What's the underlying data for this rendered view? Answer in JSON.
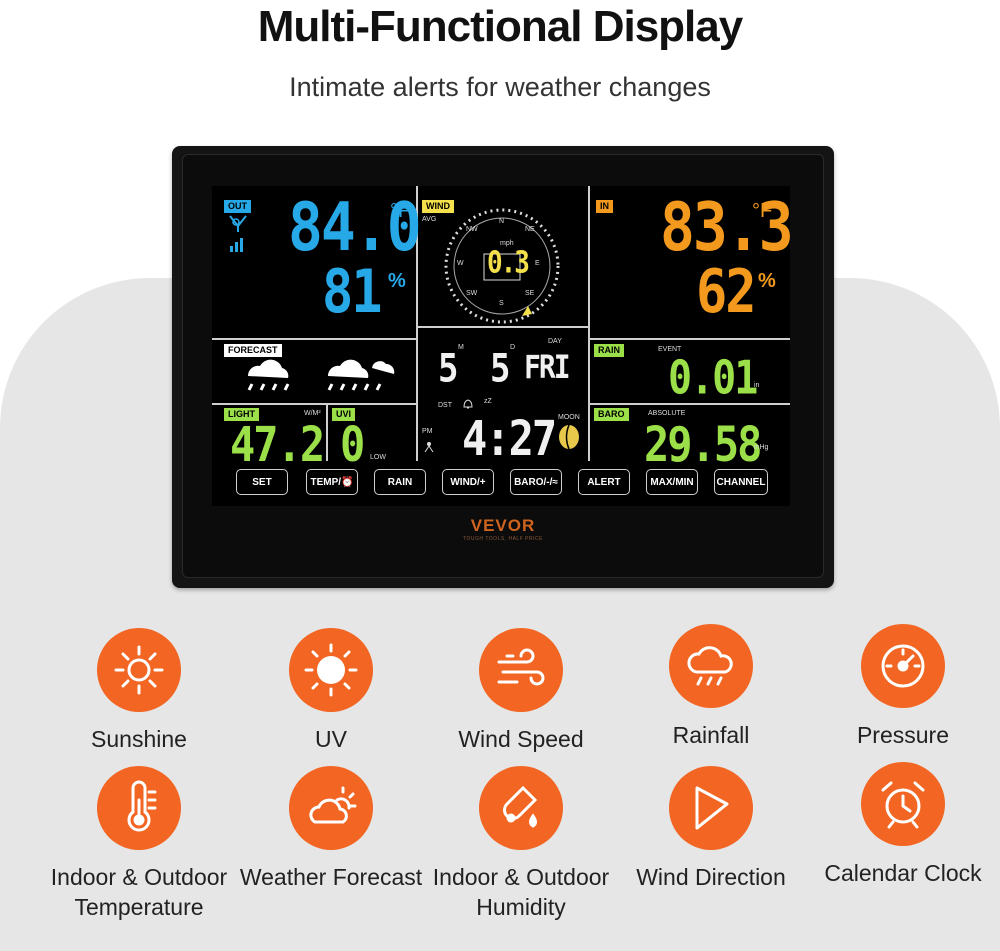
{
  "header": {
    "title": "Multi-Functional Display",
    "subtitle": "Intimate alerts for weather changes"
  },
  "device": {
    "brand": "VEVOR",
    "brand_tagline": "TOUGH TOOLS, HALF PRICE",
    "outdoor": {
      "tag": "OUT",
      "temperature": "84.0",
      "temp_unit": "°F",
      "humidity": "81",
      "humidity_unit": "%"
    },
    "wind": {
      "tag": "WIND",
      "mode": "AVG",
      "speed": "0.3",
      "unit": "mph",
      "compass": [
        "N",
        "NE",
        "E",
        "SE",
        "S",
        "SW",
        "W",
        "NW"
      ]
    },
    "indoor": {
      "tag": "IN",
      "temperature": "83.3",
      "temp_unit": "°F",
      "humidity": "62",
      "humidity_unit": "%"
    },
    "forecast": {
      "tag": "FORECAST"
    },
    "date": {
      "month": "5",
      "month_label": "M",
      "day": "5",
      "day_label": "D",
      "weekday": "FRI",
      "weekday_label": "DAY"
    },
    "rain": {
      "tag": "RAIN",
      "mode": "EVENT",
      "value": "0.01",
      "unit": "in"
    },
    "light": {
      "tag": "LIGHT",
      "value": "47.2",
      "unit": "W/M²"
    },
    "uvi": {
      "tag": "UVI",
      "value": "0",
      "level": "LOW"
    },
    "clock": {
      "dst": "DST",
      "ampm": "PM",
      "time": "4:27",
      "moon": "MOON",
      "snooze": "zZ"
    },
    "baro": {
      "tag": "BARO",
      "mode": "ABSOLUTE",
      "value": "29.58",
      "unit": "inHg"
    },
    "buttons": [
      "SET",
      "TEMP/⏰",
      "RAIN",
      "WIND/+",
      "BARO/-/≈",
      "ALERT",
      "MAX/MIN",
      "CHANNEL"
    ]
  },
  "features": [
    {
      "label": "Sunshine",
      "icon": "sun-outline-icon"
    },
    {
      "label": "UV",
      "icon": "sun-solid-icon"
    },
    {
      "label": "Wind Speed",
      "icon": "wind-icon"
    },
    {
      "label": "Rainfall",
      "icon": "rain-cloud-icon"
    },
    {
      "label": "Pressure",
      "icon": "gauge-icon"
    },
    {
      "label": "Indoor & Outdoor Temperature",
      "icon": "thermometer-icon"
    },
    {
      "label": "Weather Forecast",
      "icon": "sun-cloud-icon"
    },
    {
      "label": "Indoor & Outdoor Humidity",
      "icon": "thermometer-drop-icon"
    },
    {
      "label": "Wind Direction",
      "icon": "wind-direction-icon"
    },
    {
      "label": "Calendar Clock",
      "icon": "alarm-clock-icon"
    }
  ],
  "colors": {
    "accent": "#f26522",
    "outdoor": "#27a9e8",
    "indoor": "#f39a1e",
    "green": "#9be049"
  }
}
